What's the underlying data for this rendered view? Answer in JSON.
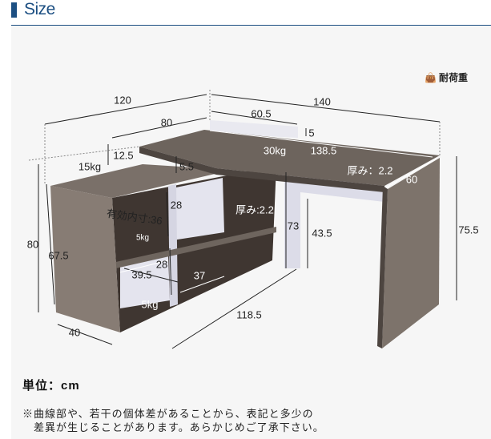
{
  "header": {
    "title": "Size"
  },
  "legend": {
    "icon": "weight-bag-icon",
    "label": "耐荷重"
  },
  "dimensions": {
    "total_width_left": "120",
    "total_width_right": "140",
    "shelf_top_width": "80",
    "back_panel_width": "60.5",
    "back_panel_gap": "5",
    "shelf_step": "12.5",
    "shelf_top_load": "15kg",
    "desk_top_gap": "5.5",
    "desk_load": "30kg",
    "desk_inner_width": "138.5",
    "desk_thickness": "厚み：2.2",
    "desk_depth": "60",
    "shelf_height_upper": "28",
    "inner_dimension": "有効内寸:36",
    "shelf_load_upper": "5kg",
    "shelf_thickness": "厚み:2.2",
    "under_desk_height": "73",
    "modesty_clearance": "43.5",
    "desk_height": "75.5",
    "overall_height": "80",
    "shelf_height": "67.5",
    "shelf_height_lower": "28",
    "shelf_depth_lower": "39.5",
    "shelf_inner_lower": "37",
    "shelf_load_lower": "5kg",
    "bottom_length": "118.5",
    "shelf_depth": "40"
  },
  "unit": "単位：cm",
  "note": [
    "※曲線部や、若干の個体差があることから、表記と多少の",
    "差異が生じることがあります。あらかじめご了承下さい。"
  ]
}
